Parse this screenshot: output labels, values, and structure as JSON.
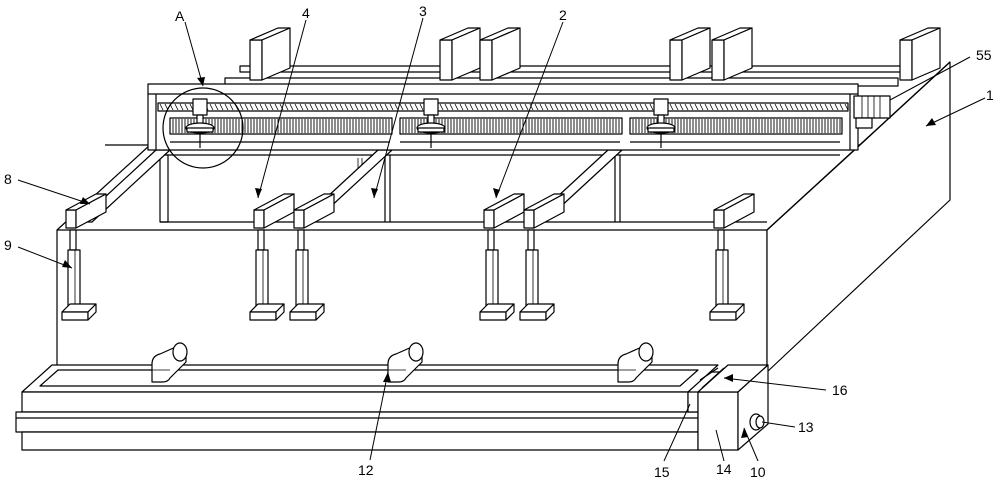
{
  "labels": {
    "A": "A",
    "n4": "4",
    "n3": "3",
    "n2": "2",
    "n55": "55",
    "n1": "1",
    "n8": "8",
    "n9": "9",
    "n16": "16",
    "n13": "13",
    "n12": "12",
    "n15": "15",
    "n14": "14",
    "n10": "10"
  }
}
